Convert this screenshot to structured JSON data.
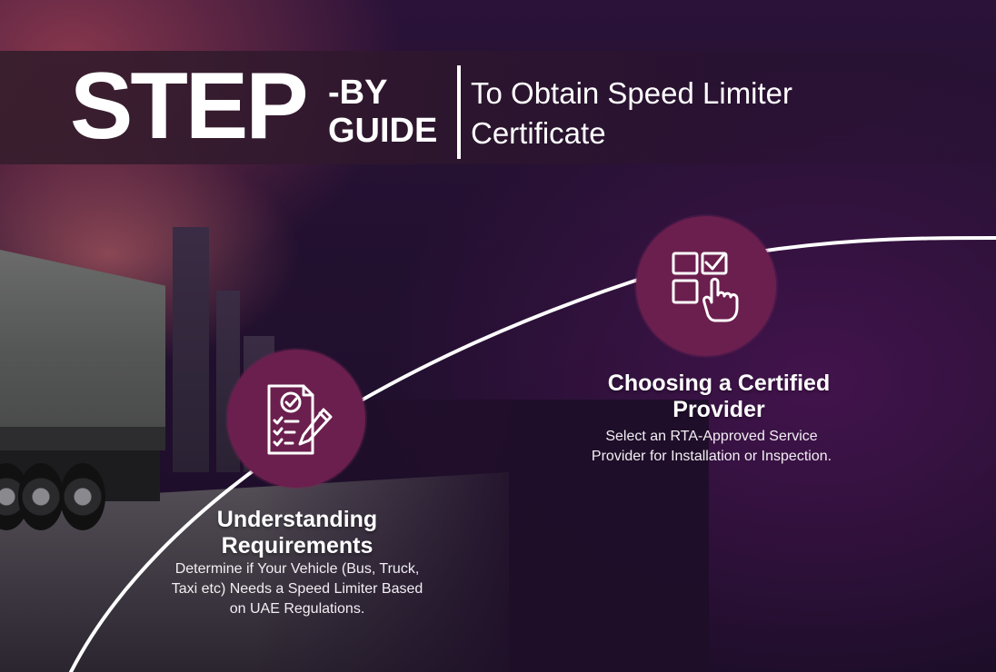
{
  "header": {
    "step": "STEP",
    "by": "-BY",
    "guide": "GUIDE",
    "subtitle_line1": "To Obtain Speed Limiter",
    "subtitle_line2": "Certificate"
  },
  "steps": [
    {
      "icon": "checklist-pencil-icon",
      "title_line1": "Understanding",
      "title_line2": "Requirements",
      "desc_line1": "Determine if Your Vehicle (Bus, Truck,",
      "desc_line2": "Taxi etc) Needs a Speed Limiter Based",
      "desc_line3": "on UAE Regulations."
    },
    {
      "icon": "grid-select-pointer-icon",
      "title_line1": "Choosing a Certified",
      "title_line2": "Provider",
      "desc_line1": "Select an RTA-Approved Service",
      "desc_line2": "Provider for Installation or Inspection."
    }
  ],
  "colors": {
    "badge": "#6b1f4e",
    "curve": "#ffffff"
  }
}
